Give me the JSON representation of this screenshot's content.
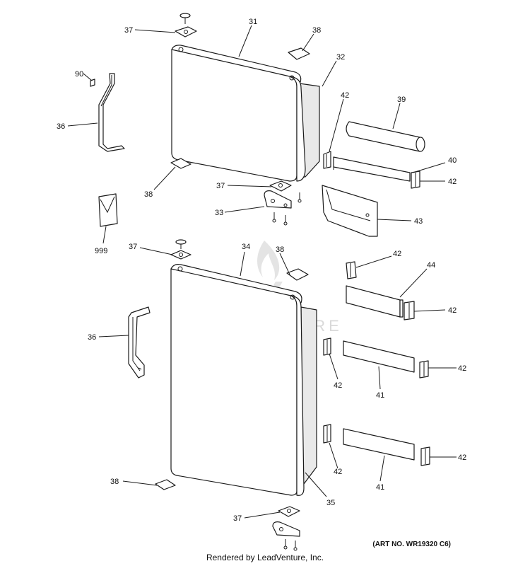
{
  "watermark": {
    "text": "LEADVENTURE"
  },
  "art_number": "(ART NO. WR19320 C6)",
  "footer": {
    "credit": "Rendered by LeadVenture, Inc."
  },
  "callouts": {
    "c37_top": "37",
    "c31": "31",
    "c38_top": "38",
    "c32": "32",
    "c90": "90",
    "c36_top": "36",
    "c42_a": "42",
    "c39": "39",
    "c40": "40",
    "c42_b": "42",
    "c38_mid": "38",
    "c37_mid": "37",
    "c33": "33",
    "c43": "43",
    "c999": "999",
    "c37_low": "37",
    "c34": "34",
    "c38_low": "38",
    "c42_c": "42",
    "c44": "44",
    "c42_d": "42",
    "c36_low": "36",
    "c42_e": "42",
    "c42_f": "42",
    "c41_a": "41",
    "c42_g": "42",
    "c42_h": "42",
    "c41_b": "41",
    "c38_bot": "38",
    "c35": "35",
    "c37_bot": "37"
  }
}
